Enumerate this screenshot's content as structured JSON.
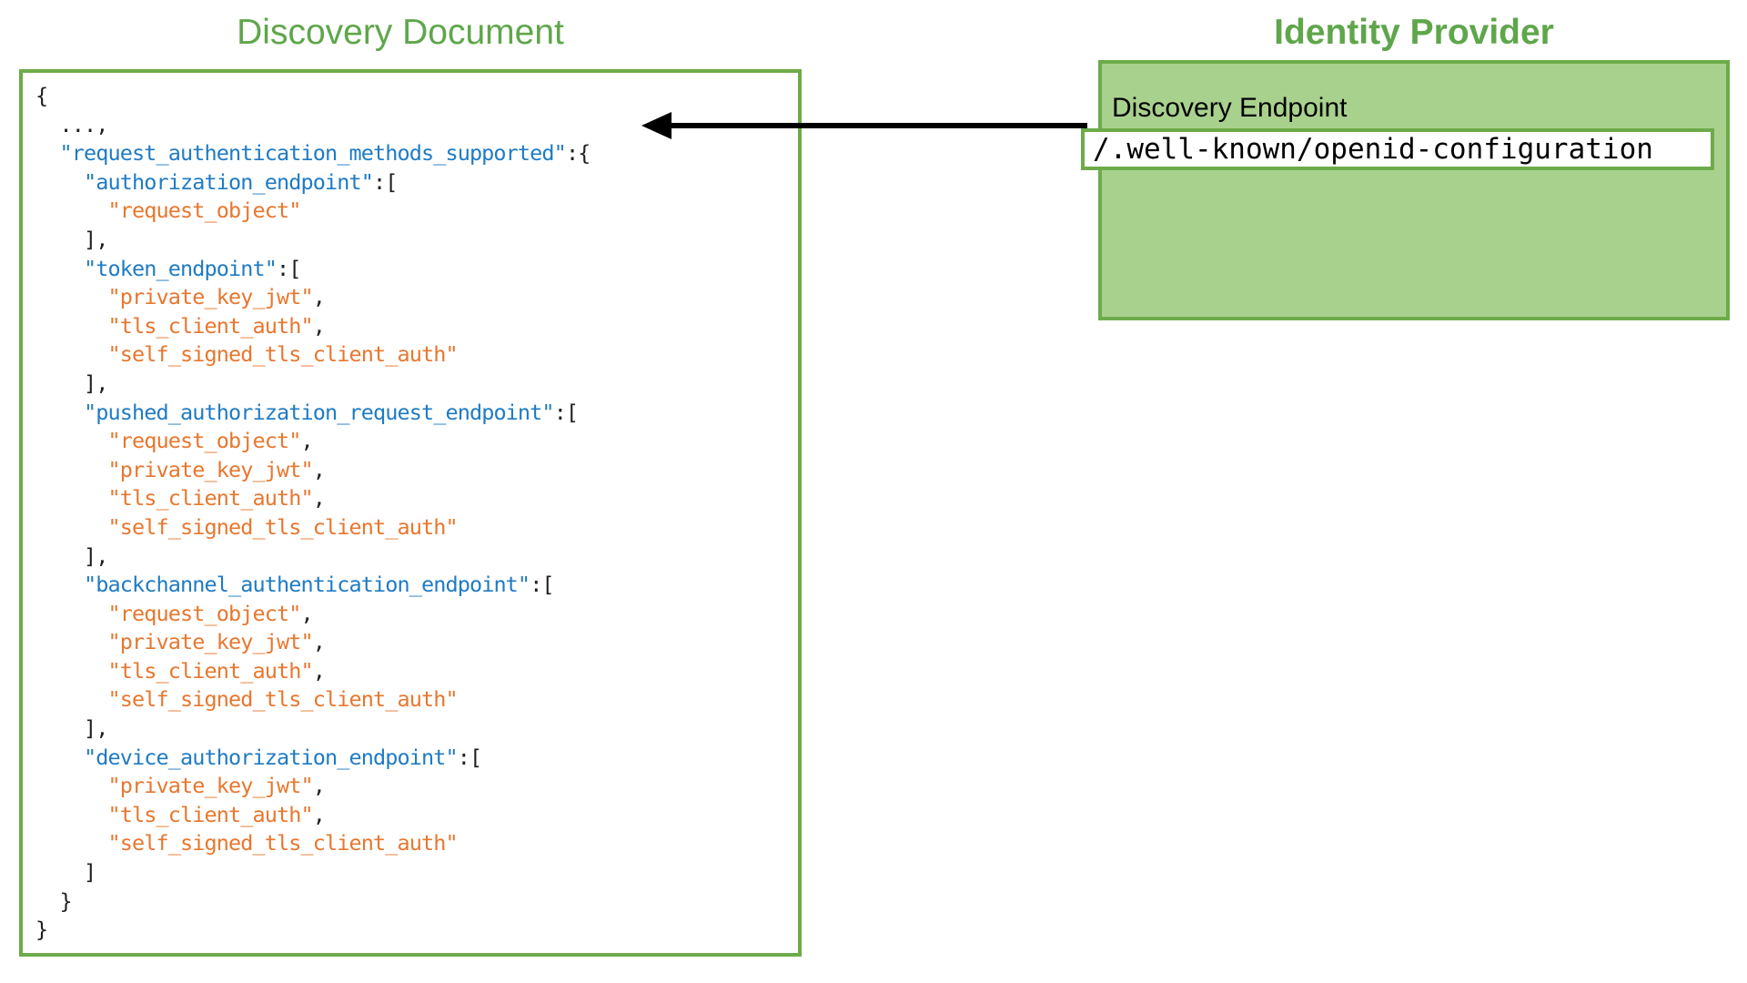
{
  "diagram": {
    "title_left": "Discovery Document",
    "title_right": "Identity Provider",
    "accent_green": "#6DAB4A",
    "panel_fill_green": "#A9D18E",
    "title_green": "#5FA64B",
    "json_key_color": "#1F7BC4",
    "json_string_color": "#E8772E",
    "json_punct_color": "#1F1F1F",
    "arrow_color": "#000000",
    "arrow_direction": "left"
  },
  "identity_provider": {
    "endpoint_label": "Discovery Endpoint",
    "endpoint_path": "/.well-known/openid-configuration"
  },
  "discovery_document": {
    "raw": "{\n  ...,\n  \"request_authentication_methods_supported\":{\n    \"authorization_endpoint\":[\n      \"request_object\"\n    ],\n    \"token_endpoint\":[\n      \"private_key_jwt\",\n      \"tls_client_auth\",\n      \"self_signed_tls_client_auth\"\n    ],\n    \"pushed_authorization_request_endpoint\":[\n      \"request_object\",\n      \"private_key_jwt\",\n      \"tls_client_auth\",\n      \"self_signed_tls_client_auth\"\n    ],\n    \"backchannel_authentication_endpoint\":[\n      \"request_object\",\n      \"private_key_jwt\",\n      \"tls_client_auth\",\n      \"self_signed_tls_client_auth\"\n    ],\n    \"device_authorization_endpoint\":[\n      \"private_key_jwt\",\n      \"tls_client_auth\",\n      \"self_signed_tls_client_auth\"\n    ]\n  }\n}",
    "lines": [
      {
        "indent": 0,
        "parts": [
          {
            "t": "{",
            "c": "punct"
          }
        ]
      },
      {
        "indent": 2,
        "parts": [
          {
            "t": "...,",
            "c": "punct"
          }
        ]
      },
      {
        "indent": 2,
        "parts": [
          {
            "t": "\"request_authentication_methods_supported\"",
            "c": "key"
          },
          {
            "t": ":{",
            "c": "punct"
          }
        ]
      },
      {
        "indent": 4,
        "parts": [
          {
            "t": "\"authorization_endpoint\"",
            "c": "key"
          },
          {
            "t": ":[",
            "c": "punct"
          }
        ]
      },
      {
        "indent": 6,
        "parts": [
          {
            "t": "\"request_object\"",
            "c": "str"
          }
        ]
      },
      {
        "indent": 4,
        "parts": [
          {
            "t": "],",
            "c": "punct"
          }
        ]
      },
      {
        "indent": 4,
        "parts": [
          {
            "t": "\"token_endpoint\"",
            "c": "key"
          },
          {
            "t": ":[",
            "c": "punct"
          }
        ]
      },
      {
        "indent": 6,
        "parts": [
          {
            "t": "\"private_key_jwt\"",
            "c": "str"
          },
          {
            "t": ",",
            "c": "punct"
          }
        ]
      },
      {
        "indent": 6,
        "parts": [
          {
            "t": "\"tls_client_auth\"",
            "c": "str"
          },
          {
            "t": ",",
            "c": "punct"
          }
        ]
      },
      {
        "indent": 6,
        "parts": [
          {
            "t": "\"self_signed_tls_client_auth\"",
            "c": "str"
          }
        ]
      },
      {
        "indent": 4,
        "parts": [
          {
            "t": "],",
            "c": "punct"
          }
        ]
      },
      {
        "indent": 4,
        "parts": [
          {
            "t": "\"pushed_authorization_request_endpoint\"",
            "c": "key"
          },
          {
            "t": ":[",
            "c": "punct"
          }
        ]
      },
      {
        "indent": 6,
        "parts": [
          {
            "t": "\"request_object\"",
            "c": "str"
          },
          {
            "t": ",",
            "c": "punct"
          }
        ]
      },
      {
        "indent": 6,
        "parts": [
          {
            "t": "\"private_key_jwt\"",
            "c": "str"
          },
          {
            "t": ",",
            "c": "punct"
          }
        ]
      },
      {
        "indent": 6,
        "parts": [
          {
            "t": "\"tls_client_auth\"",
            "c": "str"
          },
          {
            "t": ",",
            "c": "punct"
          }
        ]
      },
      {
        "indent": 6,
        "parts": [
          {
            "t": "\"self_signed_tls_client_auth\"",
            "c": "str"
          }
        ]
      },
      {
        "indent": 4,
        "parts": [
          {
            "t": "],",
            "c": "punct"
          }
        ]
      },
      {
        "indent": 4,
        "parts": [
          {
            "t": "\"backchannel_authentication_endpoint\"",
            "c": "key"
          },
          {
            "t": ":[",
            "c": "punct"
          }
        ]
      },
      {
        "indent": 6,
        "parts": [
          {
            "t": "\"request_object\"",
            "c": "str"
          },
          {
            "t": ",",
            "c": "punct"
          }
        ]
      },
      {
        "indent": 6,
        "parts": [
          {
            "t": "\"private_key_jwt\"",
            "c": "str"
          },
          {
            "t": ",",
            "c": "punct"
          }
        ]
      },
      {
        "indent": 6,
        "parts": [
          {
            "t": "\"tls_client_auth\"",
            "c": "str"
          },
          {
            "t": ",",
            "c": "punct"
          }
        ]
      },
      {
        "indent": 6,
        "parts": [
          {
            "t": "\"self_signed_tls_client_auth\"",
            "c": "str"
          }
        ]
      },
      {
        "indent": 4,
        "parts": [
          {
            "t": "],",
            "c": "punct"
          }
        ]
      },
      {
        "indent": 4,
        "parts": [
          {
            "t": "\"device_authorization_endpoint\"",
            "c": "key"
          },
          {
            "t": ":[",
            "c": "punct"
          }
        ]
      },
      {
        "indent": 6,
        "parts": [
          {
            "t": "\"private_key_jwt\"",
            "c": "str"
          },
          {
            "t": ",",
            "c": "punct"
          }
        ]
      },
      {
        "indent": 6,
        "parts": [
          {
            "t": "\"tls_client_auth\"",
            "c": "str"
          },
          {
            "t": ",",
            "c": "punct"
          }
        ]
      },
      {
        "indent": 6,
        "parts": [
          {
            "t": "\"self_signed_tls_client_auth\"",
            "c": "str"
          }
        ]
      },
      {
        "indent": 4,
        "parts": [
          {
            "t": "]",
            "c": "punct"
          }
        ]
      },
      {
        "indent": 2,
        "parts": [
          {
            "t": "}",
            "c": "punct"
          }
        ]
      },
      {
        "indent": 0,
        "parts": [
          {
            "t": "}",
            "c": "punct"
          }
        ]
      }
    ]
  }
}
